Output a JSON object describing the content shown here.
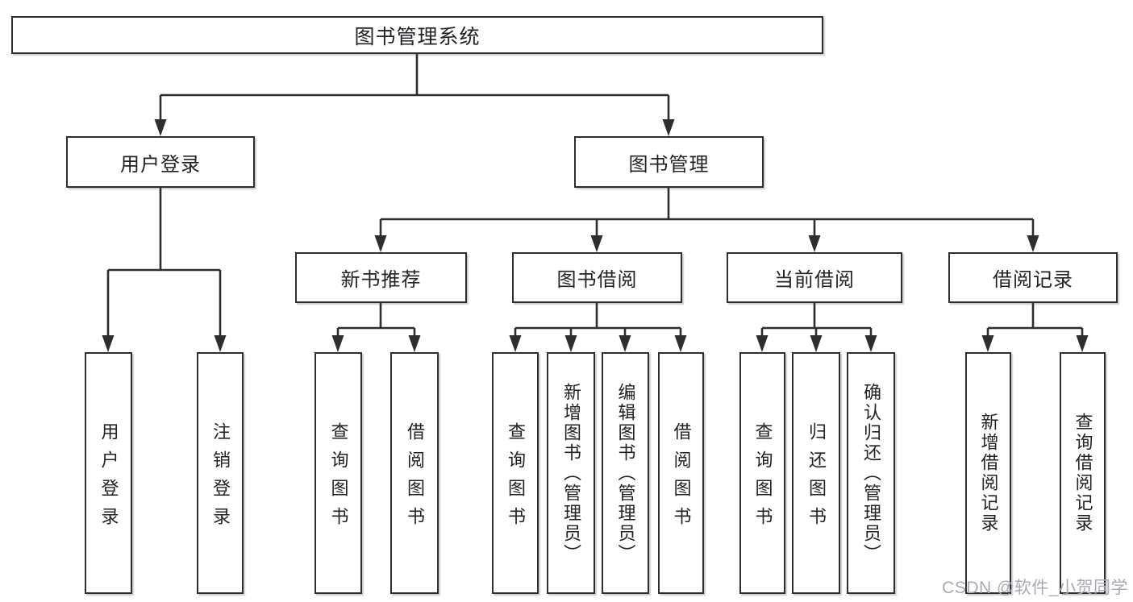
{
  "tree": {
    "root": "图书管理系统",
    "branches": [
      {
        "label": "用户登录",
        "leaves": [
          "用户登录",
          "注销登录"
        ]
      },
      {
        "label": "图书管理",
        "groups": [
          {
            "label": "新书推荐",
            "leaves": [
              "查询图书",
              "借阅图书"
            ]
          },
          {
            "label": "图书借阅",
            "leaves": [
              "查询图书",
              "新增图书（管理员）",
              "编辑图书（管理员）",
              "借阅图书"
            ]
          },
          {
            "label": "当前借阅",
            "leaves": [
              "查询图书",
              "归还图书",
              "确认归还（管理员）"
            ]
          },
          {
            "label": "借阅记录",
            "leaves": [
              "新增借阅记录",
              "查询借阅记录"
            ]
          }
        ]
      }
    ]
  },
  "watermark": "CSDN @软件_小贺同学",
  "colors": {
    "line": "#2e2e2e",
    "text": "#222226",
    "watermark": "#a9a9b2"
  }
}
